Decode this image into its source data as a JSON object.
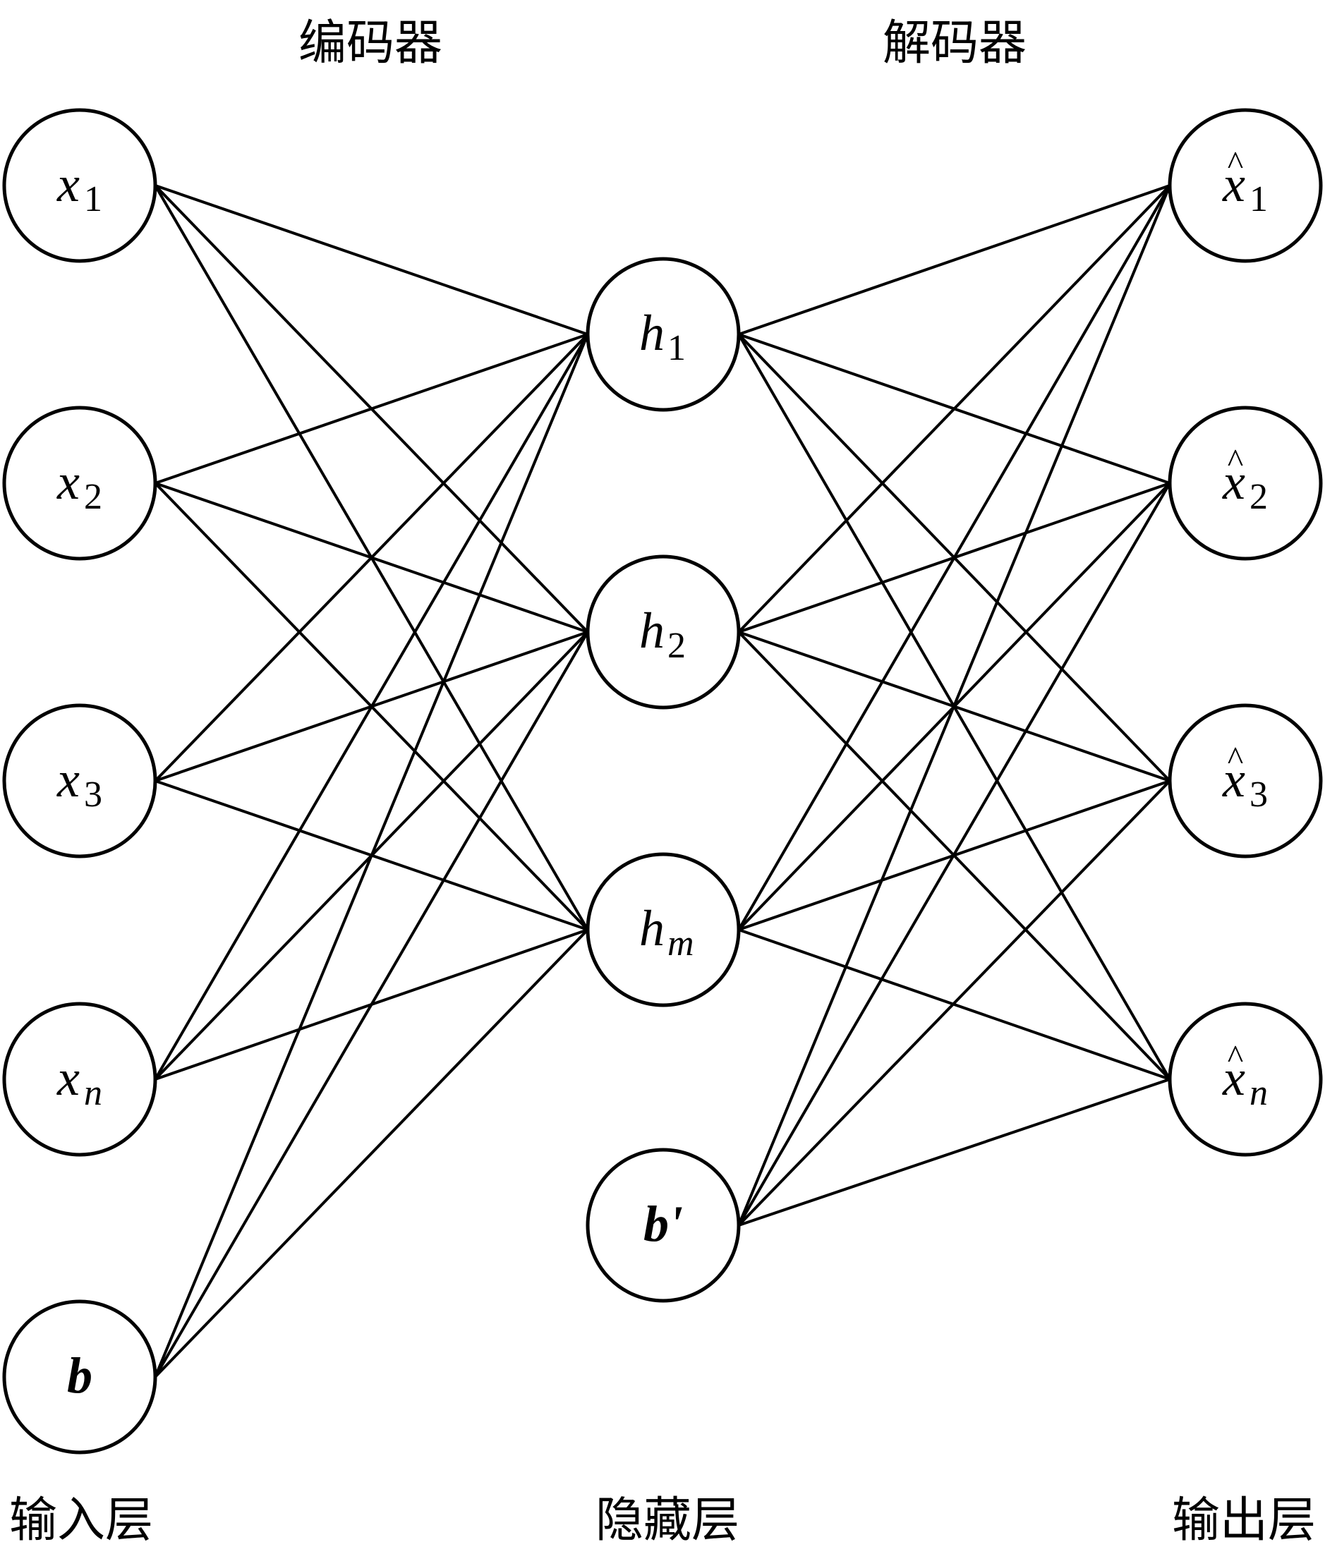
{
  "title_labels": {
    "encoder": "编码器",
    "decoder": "解码器"
  },
  "layer_labels": {
    "input": "输入层",
    "hidden": "隐藏层",
    "output": "输出层"
  },
  "layers": [
    {
      "id": "input",
      "nodes": [
        {
          "id": "x1",
          "base": "x",
          "sub": "1",
          "sub_italic": false,
          "hat": false,
          "bold": false
        },
        {
          "id": "x2",
          "base": "x",
          "sub": "2",
          "sub_italic": false,
          "hat": false,
          "bold": false
        },
        {
          "id": "x3",
          "base": "x",
          "sub": "3",
          "sub_italic": false,
          "hat": false,
          "bold": false
        },
        {
          "id": "xn",
          "base": "x",
          "sub": "n",
          "sub_italic": true,
          "hat": false,
          "bold": false
        },
        {
          "id": "b",
          "base": "b",
          "sub": "",
          "sub_italic": false,
          "hat": false,
          "bold": true
        }
      ]
    },
    {
      "id": "hidden",
      "nodes": [
        {
          "id": "h1",
          "base": "h",
          "sub": "1",
          "sub_italic": false,
          "hat": false,
          "bold": false
        },
        {
          "id": "h2",
          "base": "h",
          "sub": "2",
          "sub_italic": false,
          "hat": false,
          "bold": false
        },
        {
          "id": "hm",
          "base": "h",
          "sub": "m",
          "sub_italic": true,
          "hat": false,
          "bold": false
        },
        {
          "id": "bprime",
          "base": "b'",
          "sub": "",
          "sub_italic": false,
          "hat": false,
          "bold": true
        }
      ]
    },
    {
      "id": "output",
      "nodes": [
        {
          "id": "xhat1",
          "base": "x",
          "sub": "1",
          "sub_italic": false,
          "hat": true,
          "bold": false
        },
        {
          "id": "xhat2",
          "base": "x",
          "sub": "2",
          "sub_italic": false,
          "hat": true,
          "bold": false
        },
        {
          "id": "xhat3",
          "base": "x",
          "sub": "3",
          "sub_italic": false,
          "hat": true,
          "bold": false
        },
        {
          "id": "xhatn",
          "base": "x",
          "sub": "n",
          "sub_italic": true,
          "hat": true,
          "bold": false
        }
      ]
    }
  ],
  "edges": [
    [
      "x1",
      "h1"
    ],
    [
      "x1",
      "h2"
    ],
    [
      "x1",
      "hm"
    ],
    [
      "x2",
      "h1"
    ],
    [
      "x2",
      "h2"
    ],
    [
      "x2",
      "hm"
    ],
    [
      "x3",
      "h1"
    ],
    [
      "x3",
      "h2"
    ],
    [
      "x3",
      "hm"
    ],
    [
      "xn",
      "h1"
    ],
    [
      "xn",
      "h2"
    ],
    [
      "xn",
      "hm"
    ],
    [
      "b",
      "h1"
    ],
    [
      "b",
      "h2"
    ],
    [
      "b",
      "hm"
    ],
    [
      "h1",
      "xhat1"
    ],
    [
      "h1",
      "xhat2"
    ],
    [
      "h1",
      "xhat3"
    ],
    [
      "h1",
      "xhatn"
    ],
    [
      "h2",
      "xhat1"
    ],
    [
      "h2",
      "xhat2"
    ],
    [
      "h2",
      "xhat3"
    ],
    [
      "h2",
      "xhatn"
    ],
    [
      "hm",
      "xhat1"
    ],
    [
      "hm",
      "xhat2"
    ],
    [
      "hm",
      "xhat3"
    ],
    [
      "hm",
      "xhatn"
    ],
    [
      "bprime",
      "xhat1"
    ],
    [
      "bprime",
      "xhat2"
    ],
    [
      "bprime",
      "xhat3"
    ],
    [
      "bprime",
      "xhatn"
    ]
  ],
  "hat_glyph": "^"
}
